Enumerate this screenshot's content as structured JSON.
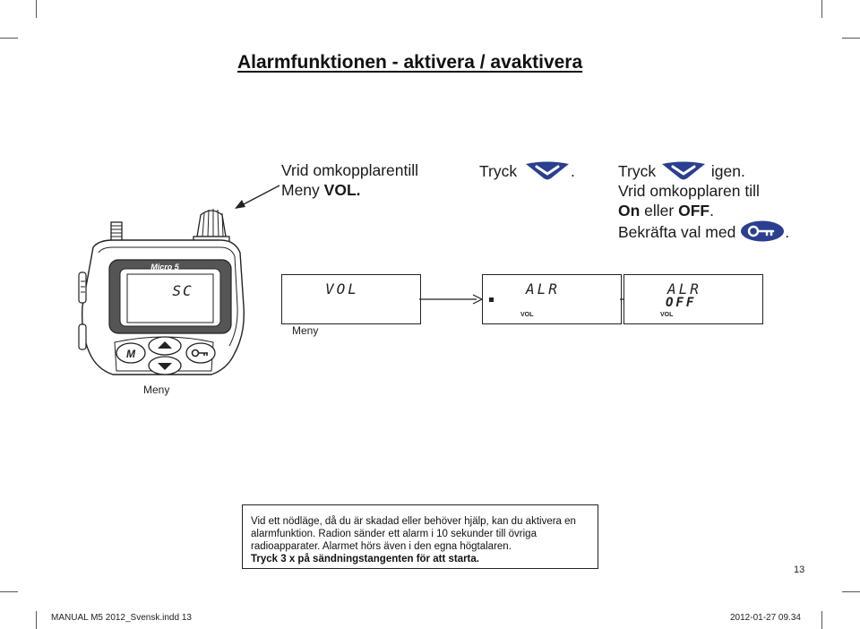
{
  "title": "Alarmfunktionen - aktivera / avaktivera",
  "steps": {
    "step1_line1": "Vrid omkopplarentill",
    "step1_line2_prefix": "Meny ",
    "step1_line2_bold": "VOL.",
    "step2_prefix": "Tryck",
    "step2_suffix": ".",
    "step3_line1_prefix": "Tryck",
    "step3_line1_suffix": "igen.",
    "step3_line2": "Vrid omkopplaren till",
    "step3_line3_on": "On",
    "step3_line3_mid": " eller ",
    "step3_line3_off": "OFF",
    "step3_line3_end": ".",
    "step3_line4": "Bekräfta val med",
    "step3_line4_end": "."
  },
  "radio": {
    "brand": "Micro 5",
    "display": "SC",
    "menu_button": "M",
    "caption": "Meny"
  },
  "displays": {
    "d1_text": "VOL",
    "d1_caption": "Meny",
    "d2_text": "ALR",
    "d2_vol": "VOL",
    "d3_line1": "ALR",
    "d3_line2": "OFF",
    "d3_vol": "VOL"
  },
  "note": {
    "body": "Vid ett nödläge, då du är skadad eller behöver hjälp, kan du aktivera en alarmfunktion. Radion sänder ett alarm i 10 sekunder till övriga radioapparater. Alarmet hörs även i den egna högtalaren.",
    "strong": "Tryck 3 x på sändningstangenten för att starta."
  },
  "page_number": "13",
  "footer": {
    "left": "MANUAL M5 2012_Svensk.indd   13",
    "right": "2012-01-27   09.34"
  },
  "colors": {
    "ink": "#111111",
    "button_fill": "#2a3f8f"
  },
  "icons": {
    "down_button": "down-button-icon",
    "key_button": "key-button-icon",
    "arrow": "arrow-right-icon"
  }
}
